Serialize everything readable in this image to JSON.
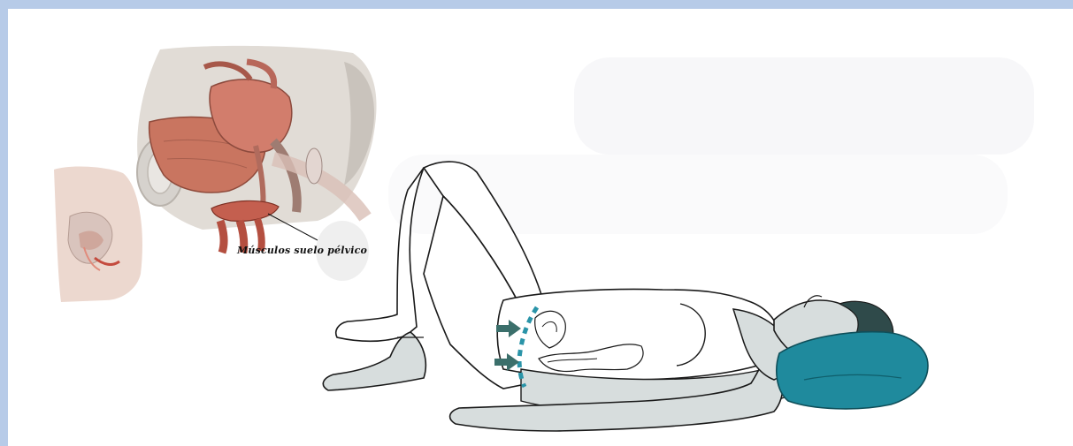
{
  "illustration": {
    "anatomy_label": "Músculos suelo pélvico"
  },
  "colors": {
    "frame_border": "#b7cbe8",
    "background": "#ffffff",
    "skin_fill": "#d7dddd",
    "outline": "#1a1a1a",
    "pillow": "#1f8a9d",
    "hair": "#2f4a4a",
    "arrow": "#3b6f6b",
    "dashes": "#2a94a8",
    "muscle_red": "#c97b6e",
    "bone": "#cfcac2"
  },
  "icons": {
    "arrows": "pelvic-floor-pointer-arrows",
    "dashes": "pelvic-floor-dashed-line"
  }
}
